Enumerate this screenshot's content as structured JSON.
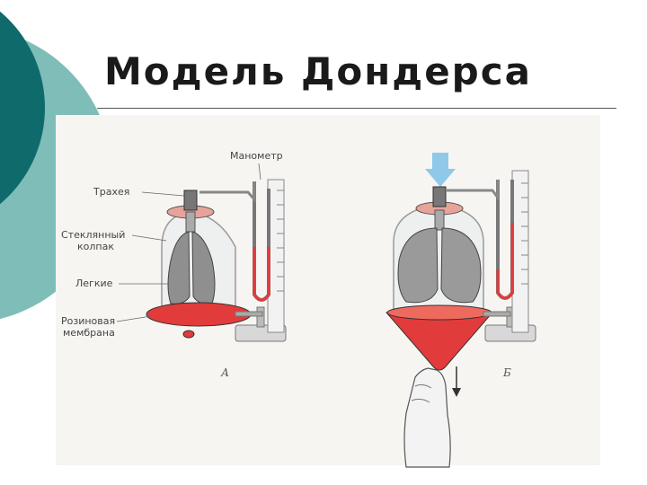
{
  "slide": {
    "title": "Модель Дондерса"
  },
  "diagram": {
    "labels": {
      "manometer": "Манометр",
      "trachea": "Трахея",
      "glass_bell_line1": "Стеклянный",
      "glass_bell_line2": "колпак",
      "lungs": "Легкие",
      "membrane_line1": "Розиновая",
      "membrane_line2": "мембрана"
    },
    "captions": {
      "left": "А",
      "right": "Б"
    }
  },
  "colors": {
    "teal_dark": "#0f6b6b",
    "teal_light": "#7fbdb8",
    "membrane_red": "#e23b3b",
    "glass_outline": "#9a9a9a"
  }
}
